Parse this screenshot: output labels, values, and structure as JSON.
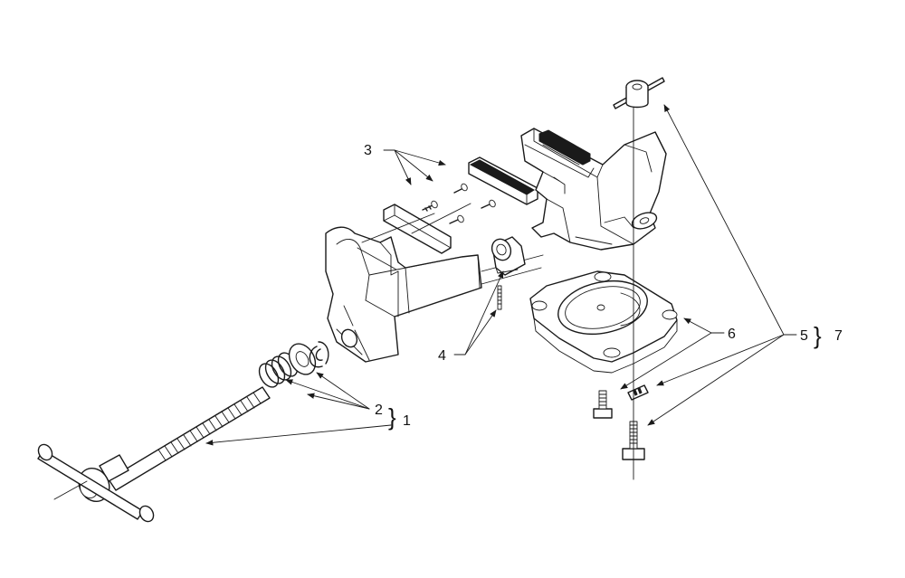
{
  "diagram": {
    "callouts": {
      "c1": "1",
      "c2": "2",
      "c3": "3",
      "c4": "4",
      "c5": "5",
      "c6": "6",
      "c7": "7"
    },
    "brace_glyph": "}",
    "colors": {
      "ink": "#1a1a1a",
      "paper": "#ffffff"
    }
  }
}
